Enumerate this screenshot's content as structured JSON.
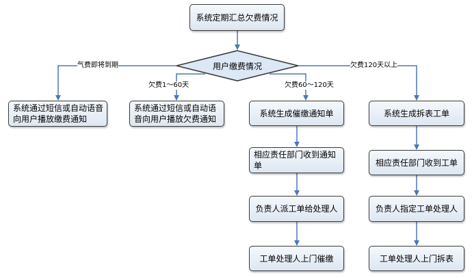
{
  "flowchart": {
    "start": "系统定期汇总欠费情况",
    "decision": "用户缴费情况",
    "branches": [
      {
        "condition": "气费即将到期",
        "steps": [
          "系统通过短信或自动语音向用户播放缴费通知"
        ]
      },
      {
        "condition": "欠费1～60天",
        "steps": [
          "系统通过短信或自动语音向用户播放欠费通知"
        ]
      },
      {
        "condition": "欠费60～120天",
        "steps": [
          "系统生成催缴通知单",
          "相应责任部门收到通知单",
          "负责人派工单给处理人",
          "工单处理人上门催缴"
        ]
      },
      {
        "condition": "欠费120天以上",
        "steps": [
          "系统生成拆表工单",
          "相应责任部门收到工单",
          "负责人指定工单处理人",
          "工单处理人上门拆表"
        ]
      }
    ]
  },
  "colors": {
    "box_fill_top": "#f4f8fc",
    "box_fill_bottom": "#dde7f2",
    "decision_fill": "#dce8f5",
    "arrow": "#4a78b4",
    "border": "#3a3a3a"
  }
}
